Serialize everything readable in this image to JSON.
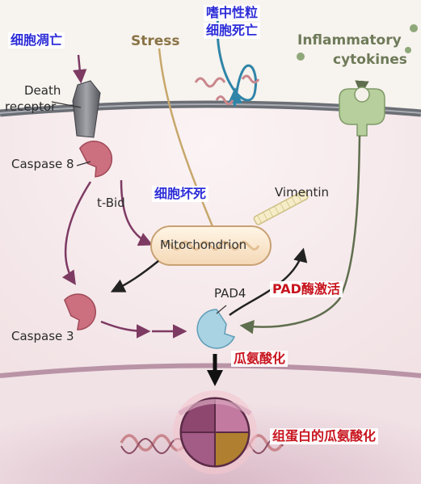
{
  "labels": {
    "apoptosis": "细胞凋亡",
    "stress": "Stress",
    "netosis_line1": "嗜中性粒",
    "netosis_line2": "细胞死亡",
    "inflammatory_line1": "Inflammatory",
    "inflammatory_line2": "cytokines",
    "death_receptor_line1": "Death",
    "death_receptor_line2": "receptor",
    "caspase8": "Caspase 8",
    "tbid": "t-Bid",
    "necrosis": "细胞坏死",
    "vimentin": "Vimentin",
    "mitochondrion": "Mitochondrion",
    "pad4": "PAD4",
    "pad4_activation": "PAD酶激活",
    "caspase3": "Caspase 3",
    "citrullination": "瓜氨酸化",
    "histone_citrullination": "组蛋白的瓜氨酸化"
  },
  "colors": {
    "purple_arrow": "#7d3a63",
    "olive_arrow": "#5f6e4e",
    "stress_line": "#c7a76b",
    "blue_arrow": "#2f84a8",
    "cytoplasm": "#f3e4e6",
    "membrane": "#6b6f75",
    "caspase": "#cc6f7f",
    "pad4": "#a9d3e3",
    "receptor_green": "#b6cf9c",
    "nucleosome": "#9a4f7a"
  }
}
